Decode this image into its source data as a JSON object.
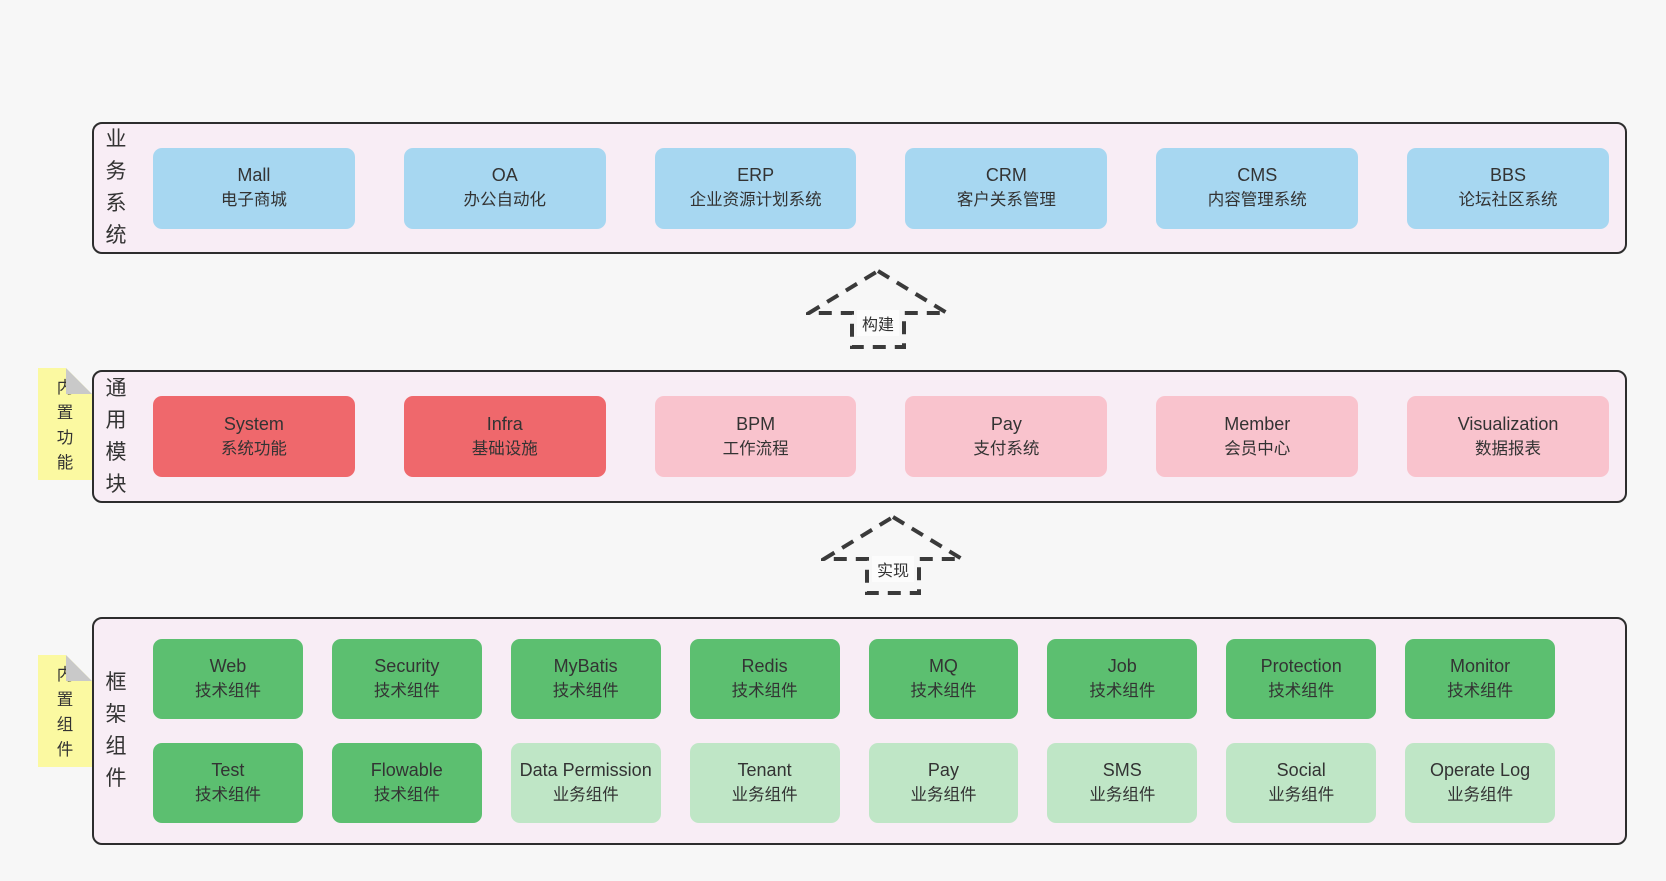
{
  "colors": {
    "page_bg": "#f7f7f7",
    "layer_bg": "#f8edf5",
    "layer_border": "#2d2d2d",
    "box_blue": "#a7d7f1",
    "box_red": "#ef686c",
    "box_pink": "#f9c3cd",
    "box_green": "#5cbf70",
    "box_green_light": "#bfe6c6",
    "note_yellow": "#fbf9a1",
    "note_fold_gray": "#c9c9c9",
    "text": "#333333",
    "arrow_stroke": "#3a3a3a"
  },
  "layers": [
    {
      "label": "业务系统",
      "boxes": [
        {
          "title": "Mall",
          "subtitle": "电子商城",
          "variant": "blue"
        },
        {
          "title": "OA",
          "subtitle": "办公自动化",
          "variant": "blue"
        },
        {
          "title": "ERP",
          "subtitle": "企业资源计划系统",
          "variant": "blue"
        },
        {
          "title": "CRM",
          "subtitle": "客户关系管理",
          "variant": "blue"
        },
        {
          "title": "CMS",
          "subtitle": "内容管理系统",
          "variant": "blue"
        },
        {
          "title": "BBS",
          "subtitle": "论坛社区系统",
          "variant": "blue"
        }
      ]
    },
    {
      "label": "通用模块",
      "note": "内置功能",
      "boxes": [
        {
          "title": "System",
          "subtitle": "系统功能",
          "variant": "red"
        },
        {
          "title": "Infra",
          "subtitle": "基础设施",
          "variant": "red"
        },
        {
          "title": "BPM",
          "subtitle": "工作流程",
          "variant": "pink"
        },
        {
          "title": "Pay",
          "subtitle": "支付系统",
          "variant": "pink"
        },
        {
          "title": "Member",
          "subtitle": "会员中心",
          "variant": "pink"
        },
        {
          "title": "Visualization",
          "subtitle": "数据报表",
          "variant": "pink"
        }
      ]
    },
    {
      "label": "框架组件",
      "note": "内置组件",
      "rows": [
        [
          {
            "title": "Web",
            "subtitle": "技术组件",
            "variant": "green"
          },
          {
            "title": "Security",
            "subtitle": "技术组件",
            "variant": "green"
          },
          {
            "title": "MyBatis",
            "subtitle": "技术组件",
            "variant": "green"
          },
          {
            "title": "Redis",
            "subtitle": "技术组件",
            "variant": "green"
          },
          {
            "title": "MQ",
            "subtitle": "技术组件",
            "variant": "green"
          },
          {
            "title": "Job",
            "subtitle": "技术组件",
            "variant": "green"
          },
          {
            "title": "Protection",
            "subtitle": "技术组件",
            "variant": "green"
          },
          {
            "title": "Monitor",
            "subtitle": "技术组件",
            "variant": "green"
          }
        ],
        [
          {
            "title": "Test",
            "subtitle": "技术组件",
            "variant": "green"
          },
          {
            "title": "Flowable",
            "subtitle": "技术组件",
            "variant": "green"
          },
          {
            "title": "Data Permission",
            "subtitle": "业务组件",
            "variant": "green-light"
          },
          {
            "title": "Tenant",
            "subtitle": "业务组件",
            "variant": "green-light"
          },
          {
            "title": "Pay",
            "subtitle": "业务组件",
            "variant": "green-light"
          },
          {
            "title": "SMS",
            "subtitle": "业务组件",
            "variant": "green-light"
          },
          {
            "title": "Social",
            "subtitle": "业务组件",
            "variant": "green-light"
          },
          {
            "title": "Operate Log",
            "subtitle": "业务组件",
            "variant": "green-light"
          }
        ]
      ]
    }
  ],
  "arrows": [
    {
      "label": "构建"
    },
    {
      "label": "实现"
    }
  ]
}
